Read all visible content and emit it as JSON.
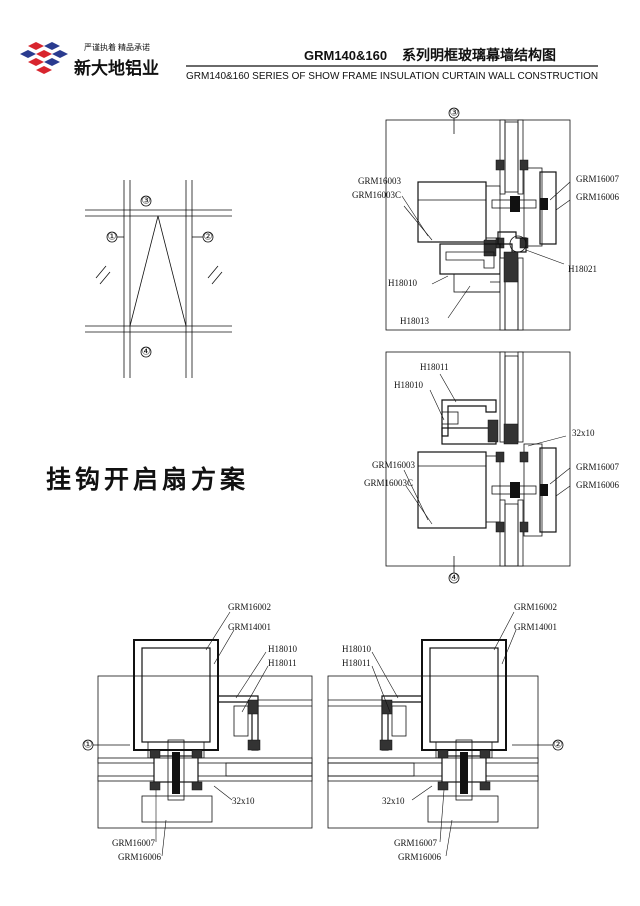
{
  "header": {
    "brand_slogan_1": "严谨执着",
    "brand_slogan_2": "精品承诺",
    "brand_name": "新大地铝业",
    "title_main": "GRM140&160",
    "title_cn": "系列明框玻璃幕墙结构图",
    "title_en": "GRM140&160 SERIES OF SHOW FRAME INSULATION CURTAIN WALL CONSTRUCTION"
  },
  "scheme_title": "挂钩开启扇方案",
  "elevation": {
    "marks": [
      "①",
      "②",
      "③",
      "④"
    ]
  },
  "section_top": {
    "mark": "③",
    "labels": [
      "GRM16003",
      "GRM16003C",
      "H18010",
      "H18013",
      "GRM16007",
      "GRM16006",
      "H18021"
    ]
  },
  "section_mid": {
    "mark": "④",
    "labels": [
      "H18011",
      "H18010",
      "32x10",
      "GRM16003",
      "GRM16003C",
      "GRM16007",
      "GRM16006"
    ]
  },
  "section_left": {
    "mark": "①",
    "labels": [
      "GRM16002",
      "GRM14001",
      "H18010",
      "H18011",
      "32x10",
      "GRM16007",
      "GRM16006"
    ]
  },
  "section_right": {
    "mark": "②",
    "labels": [
      "GRM16002",
      "GRM14001",
      "H18010",
      "H18011",
      "32x10",
      "GRM16007",
      "GRM16006"
    ]
  },
  "colors": {
    "ink": "#111111",
    "logo_red": "#d8252e",
    "logo_blue": "#2a3b8f"
  }
}
